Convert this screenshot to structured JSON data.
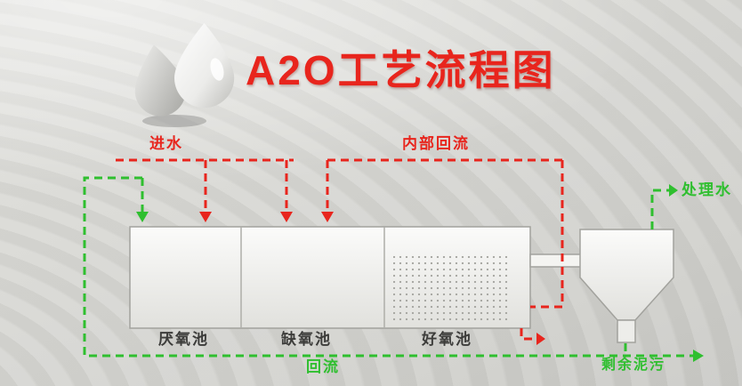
{
  "title": "A2O工艺流程图",
  "colors": {
    "red": "#e8251d",
    "green": "#2fbf2f",
    "label": "#3c3c3a",
    "background": "#d7d7d3"
  },
  "logo": {
    "icon": "water-drops-logo"
  },
  "flows": {
    "inlet": "进水",
    "internal_reflux": "内部回流",
    "treated_water": "处理水",
    "reflux": "回流",
    "excess_sludge": "剩余泥污"
  },
  "tanks": [
    {
      "label": "厌氧池"
    },
    {
      "label": "缺氧池"
    },
    {
      "label": "好氧池"
    }
  ],
  "clarifier": {
    "name": "secondary-clarifier"
  }
}
